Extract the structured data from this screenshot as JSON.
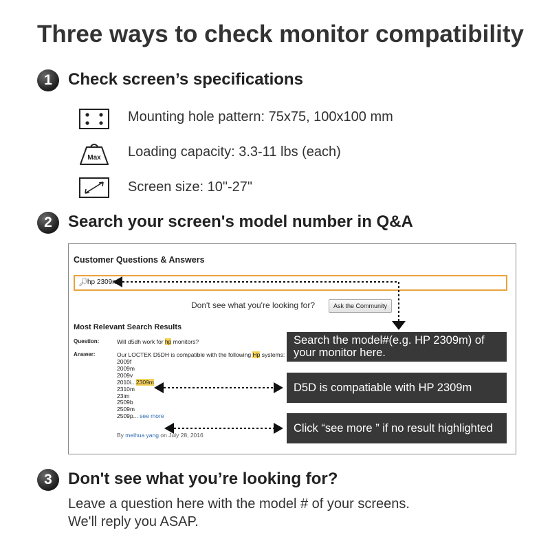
{
  "title": "Three ways to check monitor compatibility",
  "steps": [
    {
      "number": "1",
      "title": "Check screen’s specifications"
    },
    {
      "number": "2",
      "title": "Search your screen's model number in Q&A"
    },
    {
      "number": "3",
      "title": "Don't see what you’re looking for?"
    }
  ],
  "specs": {
    "mounting": {
      "icon": "mounting-holes-icon",
      "text": "Mounting hole pattern: 75x75, 100x100 mm"
    },
    "loading": {
      "icon": "weight-max-icon",
      "icon_text": "Max",
      "text": "Loading capacity: 3.3-11 lbs (each)"
    },
    "size": {
      "icon": "screen-size-icon",
      "text": "Screen size: 10\"-27\""
    }
  },
  "qa": {
    "heading": "Customer Questions & Answers",
    "search_value": "hp 2309m",
    "not_found": "Don't see what you're looking for?",
    "ask_button": "Ask the Community",
    "results_heading": "Most Relevant Search Results",
    "question_label": "Question:",
    "question_pre": "Will d5dh work for ",
    "question_hl": "hp",
    "question_post": " monitors?",
    "answer_label": "Answer:",
    "answer_pre": "Our LOCTEK D5DH is compatible with the following ",
    "answer_hl": "Hp",
    "answer_post": " systems:",
    "models_before": [
      "2009f",
      "2009m",
      "2009v"
    ],
    "model_prefix": "2010i...",
    "model_hl": "2309m",
    "models_after": [
      "2310m",
      "23im",
      "2509b",
      "2509m"
    ],
    "last_model": "2509p...",
    "see_more": "see more",
    "by_label": "By",
    "author": "meihua yang",
    "date_text": "on July 28, 2016"
  },
  "callouts": {
    "search": "Search the model#(e.g. HP 2309m) of your monitor here.",
    "compatible": "D5D is compatiable with HP 2309m",
    "see_more": "Click “see more ” if no result highlighted"
  },
  "step3_text": [
    "Leave a question here with the model # of your screens.",
    "We'll reply you ASAP."
  ],
  "colors": {
    "callout_bg": "#383838",
    "highlight": "#f6d35a",
    "search_border": "#e8a33b",
    "link": "#2a6ab0"
  }
}
